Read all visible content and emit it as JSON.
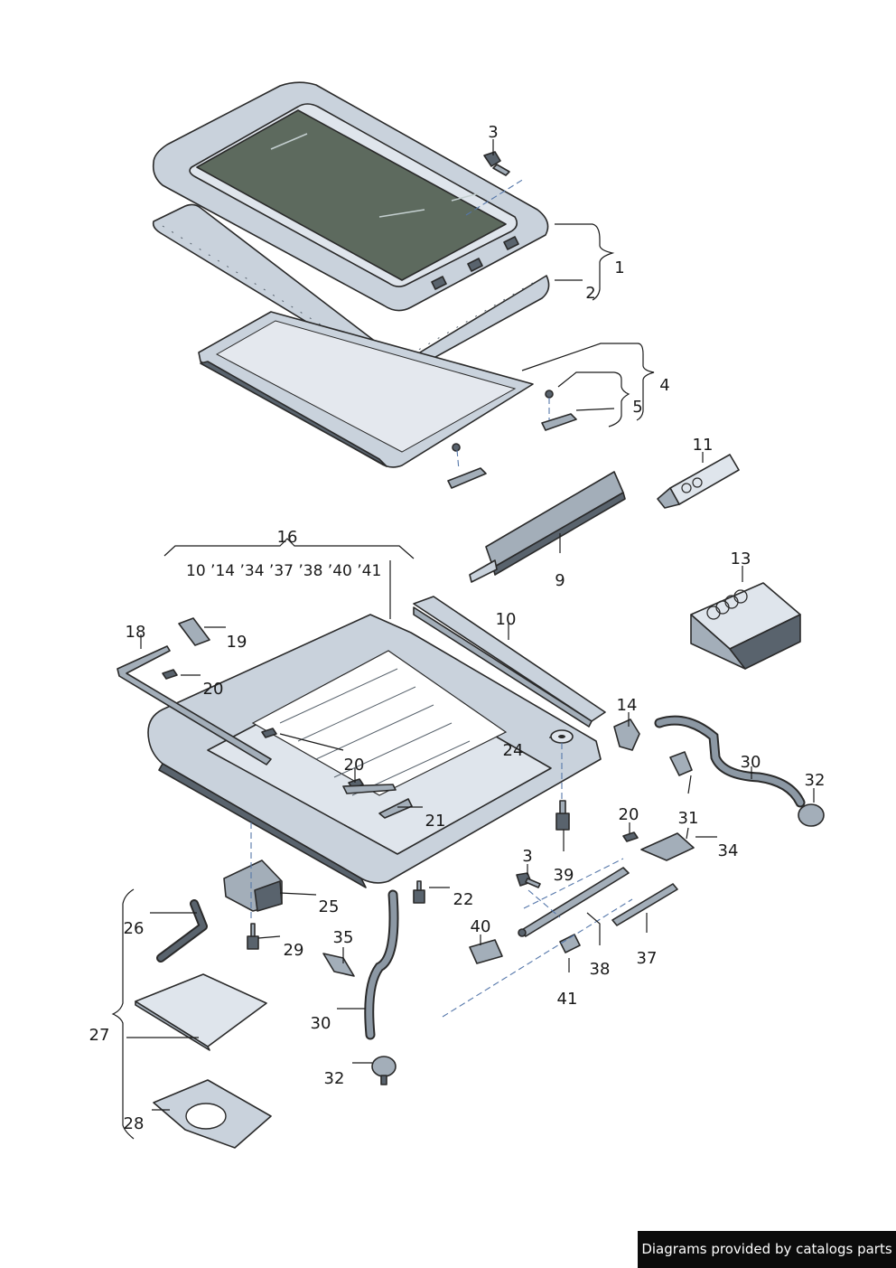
{
  "callouts": {
    "c1": "1",
    "c2": "2",
    "c3a": "3",
    "c3b": "3",
    "c4": "4",
    "c5": "5",
    "c9": "9",
    "c10": "10",
    "c11": "11",
    "c13": "13",
    "c14": "14",
    "c16": "16",
    "c18": "18",
    "c19": "19",
    "c20a": "20",
    "c20b": "20",
    "c20c": "20",
    "c21": "21",
    "c22": "22",
    "c24": "24",
    "c25": "25",
    "c26": "26",
    "c27": "27",
    "c28": "28",
    "c29": "29",
    "c30a": "30",
    "c30b": "30",
    "c31": "31",
    "c32a": "32",
    "c32b": "32",
    "c34": "34",
    "c35": "35",
    "c37": "37",
    "c38": "38",
    "c39": "39",
    "c40": "40",
    "c41": "41"
  },
  "sub16": "10 ’14 ’34  ’37 ’38 ’40  ’41",
  "credit": "Diagrams provided by catalogs parts"
}
